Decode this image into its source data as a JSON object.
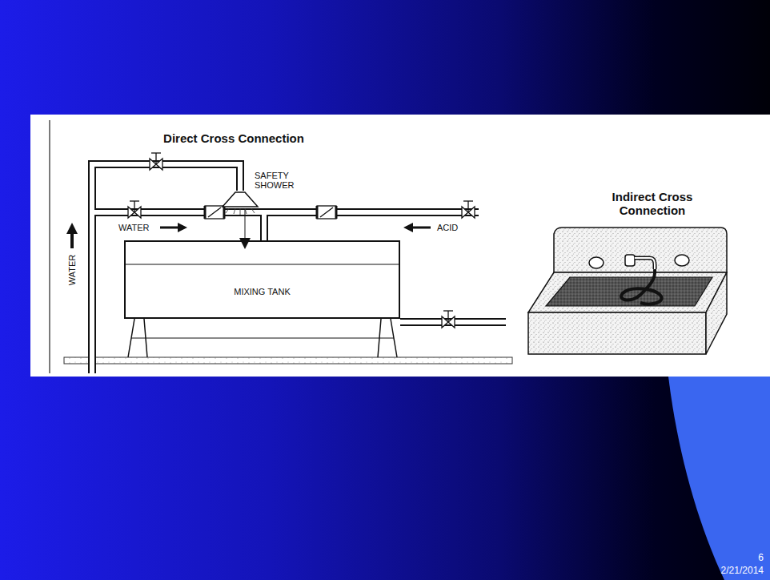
{
  "diagram": {
    "nodes": [
      {
        "text": [
          "MIXING TANK"
        ]
      }
    ],
    "labels": [
      "Direct Cross Connection",
      "SAFETY SHOWER",
      "WATER",
      "WATER",
      "ACID",
      "Indirect Cross Connection",
      "6",
      "2/21/2014"
    ]
  }
}
